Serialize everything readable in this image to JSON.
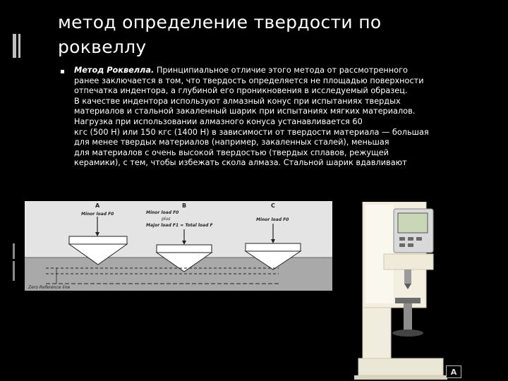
{
  "title": {
    "line1": "метод определение твердости по",
    "line2": "роквеллу"
  },
  "body": {
    "lead_bold": "Метод Роквелла.",
    "lead_rest": " Принципиальное отличие этого метода от рассмотренного",
    "lines": [
      "ранее заключается в том, что твердость определяется не площадью поверхности",
      "отпечатка индентора, а глубиной его проникновения в исследуемый образец.",
      "В качестве индентора используют алмазный конус при испытаниях твердых",
      "материалов и стальной закаленный шарик при испытаниях мягких материалов.",
      "Нагрузка при использовании алмазного конуса устанавливается 60",
      "кгс (500 Н) или 150 кгс (1400 Н) в зависимости от твердости материала — большая",
      "для менее твердых материалов (например, закаленных сталей), меньшая",
      "для материалов с очень высокой твердостью (твердых сплавов, режущей",
      "керамики), с тем, чтобы избежать скола алмаза. Стальной шарик вдавливают"
    ]
  },
  "diagram": {
    "label_a": "A",
    "label_b": "B",
    "label_c": "C",
    "a_load": "Minor load F0",
    "b_load1": "Minor load F0",
    "b_plus": "plus",
    "b_load2": "Major load F1 = Total load F",
    "c_load": "Minor load F0",
    "zero_ref": "Zero Reference line"
  },
  "logo_text": "A"
}
